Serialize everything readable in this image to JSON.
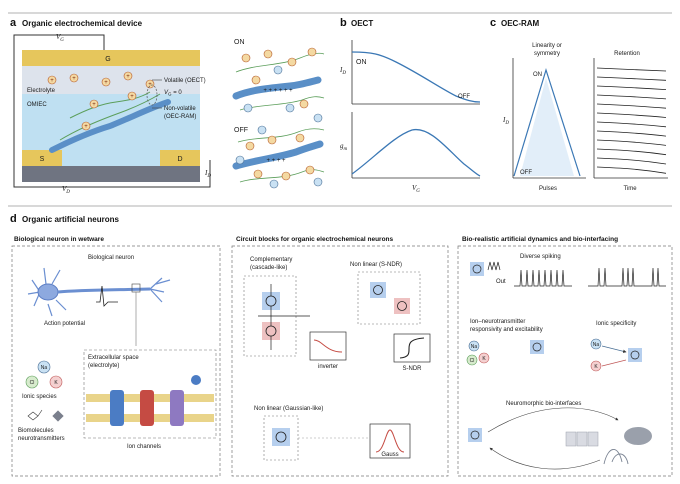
{
  "panel_a": {
    "letter": "a",
    "title": "Organic electrochemical device",
    "vg": "V",
    "vg_sub": "G",
    "vd": "V",
    "vd_sub": "D",
    "id": "I",
    "id_sub": "D",
    "gate": "G",
    "source": "S",
    "drain": "D",
    "electrolyte": "Electrolyte",
    "omiec": "OMIEC",
    "volatile": "Volatile (OECT)",
    "vg_zero": "V",
    "vg_zero_sub": "G",
    "vg_zero_rest": " = 0",
    "nonvolatile_1": "Non-volatile",
    "nonvolatile_2": "(OEC-RAM)",
    "on": "ON",
    "off": "OFF"
  },
  "panel_b": {
    "letter": "b",
    "title": "OECT",
    "on": "ON",
    "off": "OFF",
    "ylabel_top": "I",
    "ylabel_top_sub": "D",
    "ylabel_bottom": "g",
    "ylabel_bottom_sub": "m",
    "xlabel": "V",
    "xlabel_sub": "G"
  },
  "panel_c": {
    "letter": "c",
    "title": "OEC-RAM",
    "linearity_1": "Linearity or",
    "linearity_2": "symmetry",
    "retention": "Retention",
    "on": "ON",
    "off": "OFF",
    "ylabel": "I",
    "ylabel_sub": "D",
    "xlabel_pulses": "Pulses",
    "xlabel_time": "Time"
  },
  "panel_d": {
    "letter": "d",
    "title": "Organic artificial neurons",
    "section1": {
      "title": "Biological neuron in wetware",
      "neuron": "Biological neuron",
      "action_potential": "Action potential",
      "extracellular_1": "Extracellular space",
      "extracellular_2": "(electrolyte)",
      "ionic_species": "Ionic species",
      "biomolecules_1": "Biomolecules",
      "biomolecules_2": "neurotransmitters",
      "ion_channels": "Ion channels"
    },
    "section2": {
      "title": "Circuit blocks for organic electrochemical neurons",
      "complementary_1": "Complementary",
      "complementary_2": "(cascade-like)",
      "sndr_title": "Non linear (S-NDR)",
      "inverter": "inverter",
      "sndr": "S-NDR",
      "gauss_title": "Non linear (Gaussian-like)",
      "gauss": "Gauss"
    },
    "section3": {
      "title": "Bio-realistic artificial dynamics and bio-interfacing",
      "diverse_spiking": "Diverse spiking",
      "out": "Out",
      "ion_nt_1": "Ion–neurotransmitter",
      "ion_nt_2": "responsivity and excitability",
      "ionic_specificity": "Ionic specificity",
      "bio_interfaces": "Neuromorphic bio-interfaces"
    },
    "ions": {
      "na": "Na",
      "k": "K",
      "cl": "Cl"
    }
  },
  "colors": {
    "gate": "#e6c65c",
    "electrolyte": "#dde3ec",
    "omiec": "#bfe0f2",
    "blue_device": "#7fb2dd",
    "red_device": "#e3a9a9",
    "accent_blue": "#3b78b5"
  }
}
